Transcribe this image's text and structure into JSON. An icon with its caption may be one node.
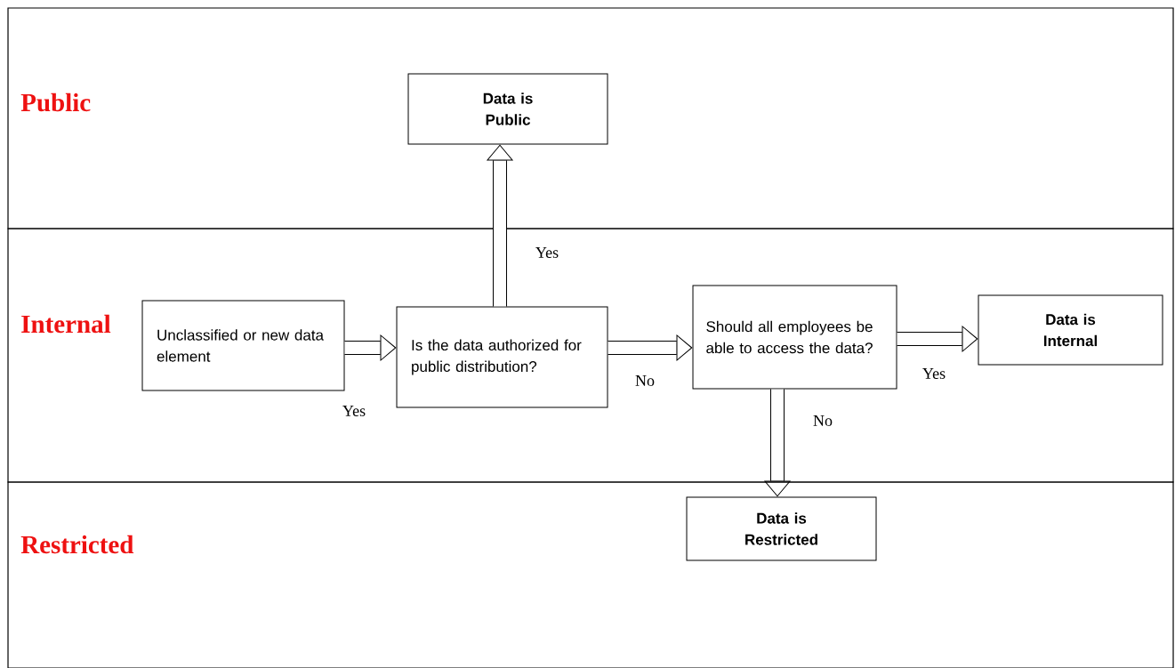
{
  "diagram": {
    "nodes": [
      {
        "text": [
          "Public"
        ]
      },
      {
        "text": [
          "Data is Public"
        ],
        "in": 0
      },
      {
        "text": [
          "Internal"
        ]
      },
      {
        "text": [
          "Unclassified or new data element"
        ],
        "in": 2
      },
      {
        "text": [
          "Is the data authorized for public distribution?"
        ],
        "in": 2
      },
      {
        "text": [
          "Should all employees be able to access the data?"
        ],
        "in": 2
      },
      {
        "text": [
          "Data is Internal"
        ],
        "in": 2
      },
      {
        "text": [
          "Restricted"
        ]
      },
      {
        "text": [
          "Data is Restricted"
        ],
        "in": 7
      }
    ],
    "edges": [
      {
        "from": 3,
        "to": 4,
        "arrow": "to",
        "label": "Yes"
      },
      {
        "from": 4,
        "to": 1,
        "arrow": "to",
        "label": "Yes"
      },
      {
        "from": 4,
        "to": 5,
        "arrow": "to",
        "label": "No"
      },
      {
        "from": 5,
        "to": 6,
        "arrow": "to",
        "label": "Yes"
      },
      {
        "from": 5,
        "to": 8,
        "arrow": "to",
        "label": "No"
      }
    ]
  }
}
